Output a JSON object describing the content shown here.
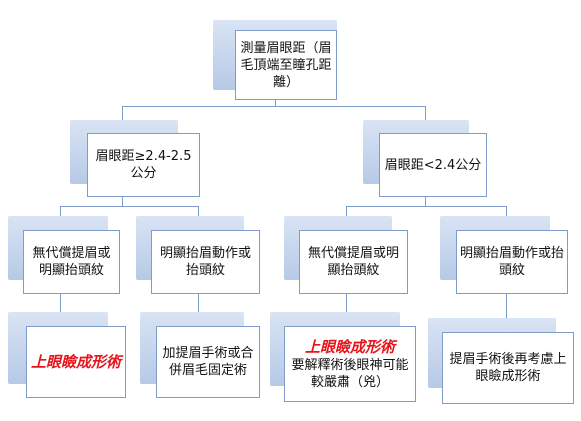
{
  "root": {
    "text": "測量眉眼距（眉毛頂端至瞳孔距離）"
  },
  "level1": [
    {
      "text": "眉眼距≥2.4-2.5公分"
    },
    {
      "text": "眉眼距<2.4公分"
    }
  ],
  "level2": [
    {
      "text": "無代償提眉或明顯抬頭紋"
    },
    {
      "text": "明顯抬眉動作或抬頭紋"
    },
    {
      "text": "無代償提眉或明顯抬頭紋"
    },
    {
      "text": "明顯抬眉動作或抬頭紋"
    }
  ],
  "level3": [
    {
      "text": "上眼瞼成形術"
    },
    {
      "text": "加提眉手術或合併眉毛固定術"
    },
    {
      "highlight": "上眼瞼成形術",
      "text": "要解釋術後眼神可能較嚴肅（兇）"
    },
    {
      "text": "提眉手術後再考慮上眼瞼成形術"
    }
  ],
  "colors": {
    "line": "#7f9ccb",
    "border": "#7f9ccb",
    "shadow": "#c3d3ec",
    "highlight": "#e8141b"
  }
}
